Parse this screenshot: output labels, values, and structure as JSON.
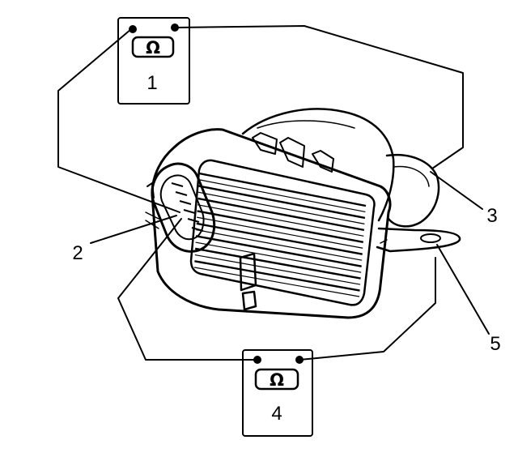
{
  "meters": [
    {
      "symbol": "Ω",
      "number": "1"
    },
    {
      "symbol": "Ω",
      "number": "4"
    }
  ],
  "callouts": [
    "2",
    "3",
    "5"
  ],
  "icons": {
    "meter": "ohmmeter-icon",
    "component": "motor-unit-illustration"
  }
}
